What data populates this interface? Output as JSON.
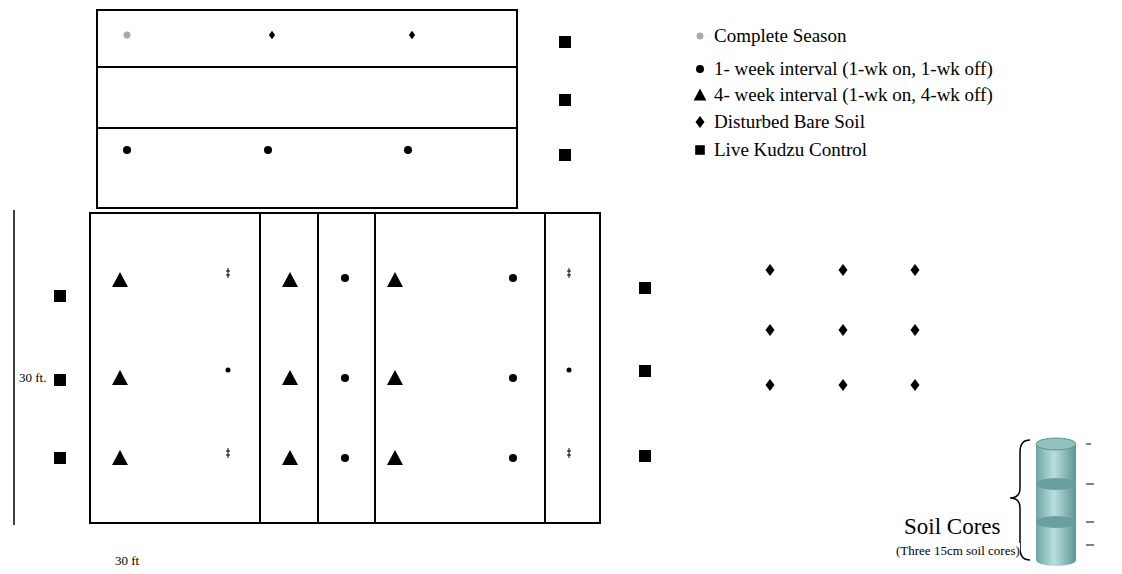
{
  "diagram": {
    "labels": [
      "30 ft.",
      "30 ft",
      "Soil Cores",
      "(Three 15cm soil cores)"
    ],
    "legend": [
      {
        "text": "Complete Season"
      },
      {
        "text": "1- week interval (1-wk on, 1-wk off)"
      },
      {
        "text": "4- week interval (1-wk on, 4-wk off)"
      },
      {
        "text": "Disturbed Bare Soil"
      },
      {
        "text": "Live Kudzu Control"
      }
    ]
  }
}
